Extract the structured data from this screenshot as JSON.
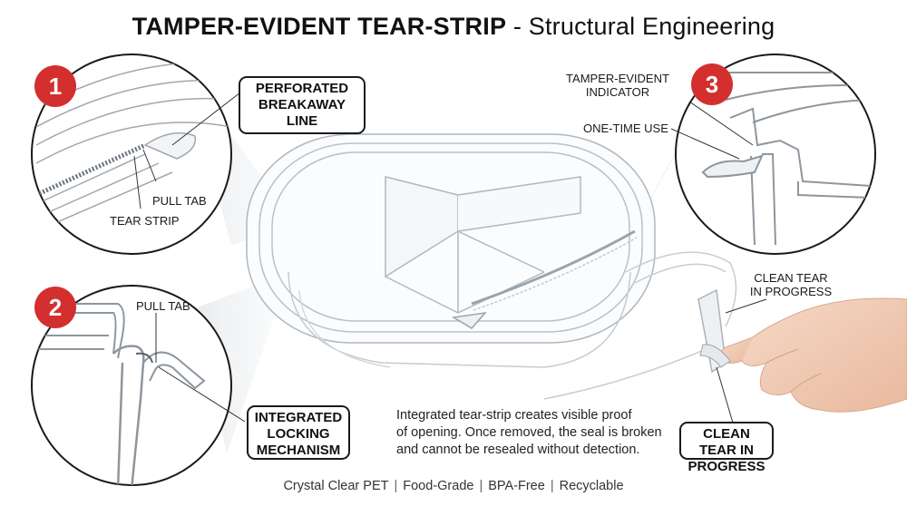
{
  "title": {
    "bold": "TAMPER-EVIDENT TEAR-STRIP",
    "rest": " - Structural Engineering"
  },
  "detail1": {
    "number": "1",
    "callout": "PERFORATED BREAKAWAY LINE",
    "pull_tab": "PULL TAB",
    "tear_strip": "TEAR STRIP"
  },
  "detail2": {
    "number": "2",
    "pull_tab": "PULL TAB",
    "callout": "INTEGRATED LOCKING MECHANISM"
  },
  "detail3": {
    "number": "3",
    "indicator": "TAMPER-EVIDENT INDICATOR",
    "one_time": "ONE-TIME USE"
  },
  "tear": {
    "label_top": "CLEAN TEAR IN PROGRESS",
    "callout": "CLEAN TEAR IN PROGRESS"
  },
  "description": {
    "line1": "Integrated tear-strip creates visible proof",
    "line2": "of opening. Once removed, the seal is broken",
    "line3": "and cannot be resealed without detection."
  },
  "footer": [
    "Crystal Clear PET",
    "Food-Grade",
    "BPA-Free",
    "Recyclable"
  ],
  "colors": {
    "badge": "#d32f2f",
    "stroke": "#1a1a1a",
    "plastic": "#c9d0d6"
  },
  "icons": [
    "container-illustration",
    "hand-illustration"
  ]
}
